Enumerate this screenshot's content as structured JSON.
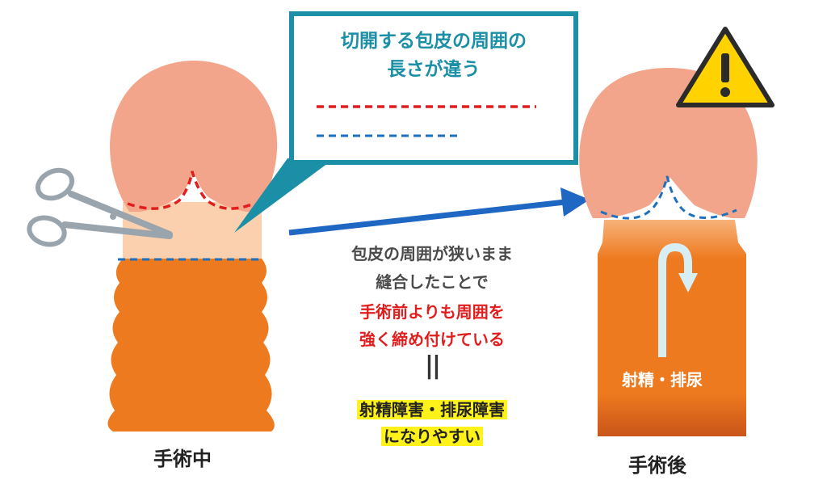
{
  "colors": {
    "accent_teal": "#1a8fa6",
    "glans": "#f2a58b",
    "skin_light": "#fbd0ae",
    "shaft_orange": "#ee7a1f",
    "arrow_blue": "#1e67c2",
    "red_line": "#e21d1d",
    "blue_line": "#1d6fbf",
    "highlight": "#fff21a"
  },
  "icons": [
    "scissors-icon",
    "warning-icon",
    "flow-arrow-icon"
  ],
  "callout": {
    "line1": "切開する包皮の周囲の",
    "line2": "長さが違う"
  },
  "caption": {
    "line1": "包皮の周囲が狭いまま",
    "line2": "縫合したことで",
    "line3": "手術前よりも周囲を",
    "line4": "強く締め付けている",
    "equals": "||",
    "highlight1": "射精障害・排尿障害",
    "highlight2": "になりやすい"
  },
  "left_label": "手術中",
  "right_label": "手術後",
  "flow_label": "射精・排尿"
}
